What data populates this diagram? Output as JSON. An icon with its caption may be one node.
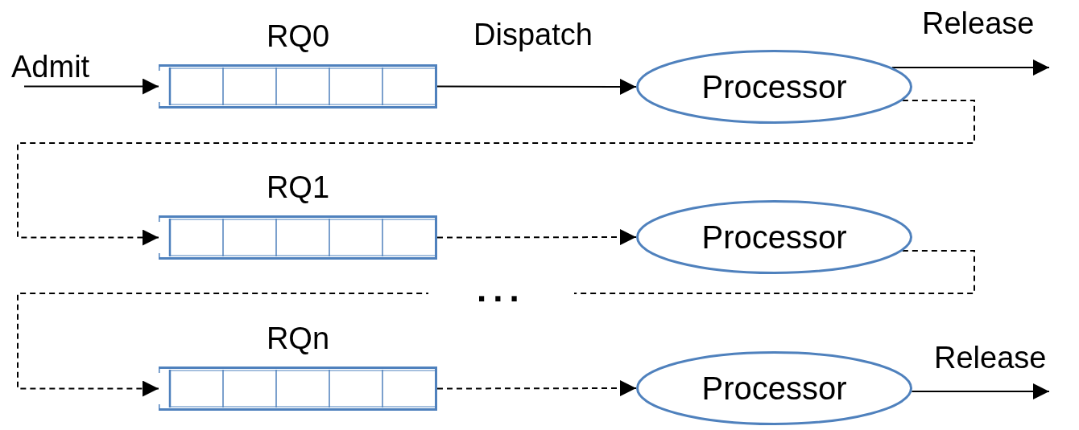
{
  "diagram": {
    "nodes": [
      {
        "text": [
          "RQ0"
        ]
      },
      {
        "text": [
          "Processor"
        ]
      },
      {
        "text": [
          "RQ1"
        ]
      },
      {
        "text": [
          "Processor"
        ]
      },
      {
        "text": [
          "RQn"
        ]
      },
      {
        "text": [
          "Processor"
        ]
      }
    ],
    "edges": [
      {
        "from": null,
        "to": 0,
        "arrow": "to",
        "label": "Admit"
      },
      {
        "from": 0,
        "to": 1,
        "arrow": "to",
        "label": "Dispatch"
      },
      {
        "from": 1,
        "to": null,
        "arrow": "to",
        "label": "Release"
      },
      {
        "from": 1,
        "to": 2,
        "arrow": "to",
        "style": "dashed"
      },
      {
        "from": 2,
        "to": 3,
        "arrow": "to",
        "style": "dashed"
      },
      {
        "from": 3,
        "to": 4,
        "arrow": "to",
        "style": "dashed"
      },
      {
        "from": 4,
        "to": 5,
        "arrow": "to",
        "style": "dashed"
      },
      {
        "from": 5,
        "to": null,
        "arrow": "to",
        "label": "Release"
      }
    ],
    "labels": [
      "..."
    ]
  }
}
